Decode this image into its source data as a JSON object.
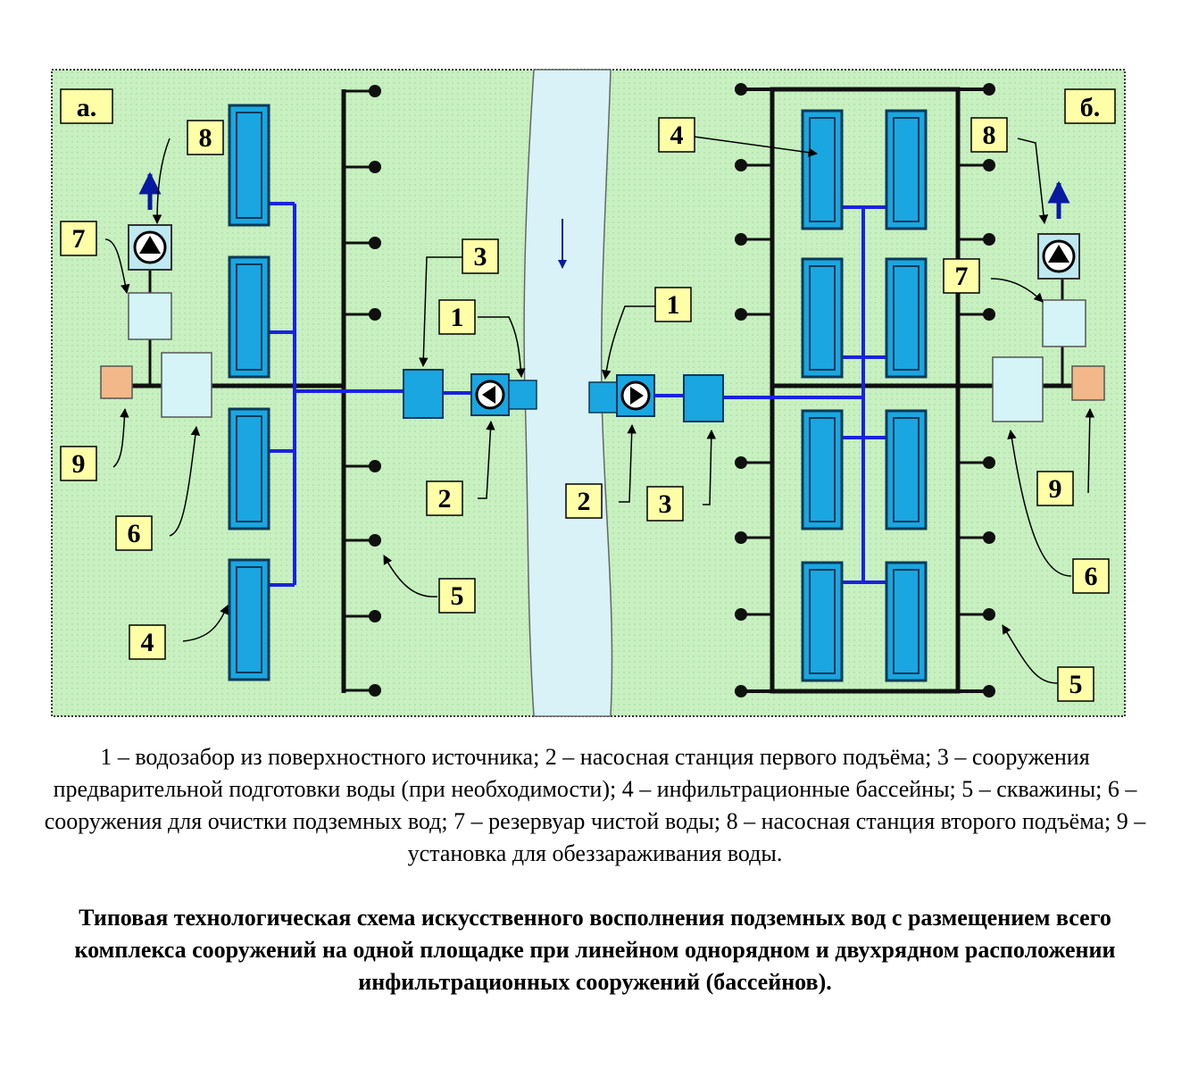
{
  "panel_a_label": "а.",
  "panel_b_label": "б.",
  "numbers": {
    "n1": "1",
    "n2": "2",
    "n3": "3",
    "n4": "4",
    "n5": "5",
    "n6": "6",
    "n7": "7",
    "n8": "8",
    "n9": "9"
  },
  "caption": "1 – водозабор из поверхностного источника; 2 – насосная станция первого подъёма; 3 – сооружения предварительной подготовки воды (при необходимости); 4 – инфильтрационные бассейны; 5 – скважины; 6 – сооружения для очистки подземных вод; 7 – резервуар чистой воды; 8 – насосная станция второго подъёма; 9 – установка для обеззараживания воды.",
  "title": "Типовая технологическая схема искусственного восполнения подземных вод с размещением всего комплекса сооружений на одной площадке при линейном однорядном и двухрядном расположении инфильтрационных сооружений (бассейнов).",
  "colors": {
    "field": "#c8f0c0",
    "river": "#d8f2f8",
    "basin": "#1aa6e0",
    "pipe_blue": "#1a22e0",
    "pipe_black": "#101010",
    "treatment": "#d4f4f8",
    "label_box": "#ffffa8",
    "uv": "#f2b88a"
  }
}
